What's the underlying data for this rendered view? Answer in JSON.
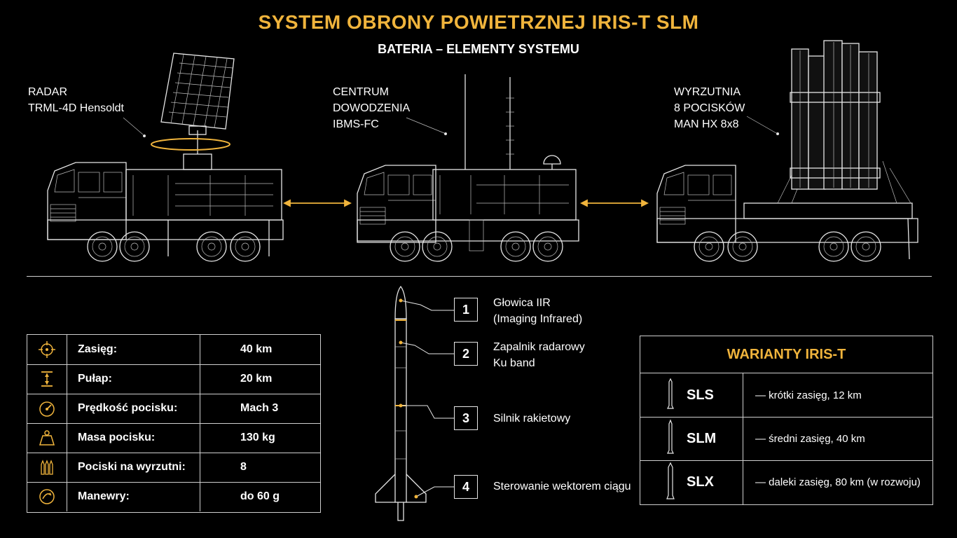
{
  "header": {
    "title": "SYSTEM OBRONY POWIETRZNEJ IRIS-T SLM",
    "subtitle": "BATERIA – ELEMENTY SYSTEMU"
  },
  "vehicles": [
    {
      "label": "RADAR\nTRML-4D Hensoldt"
    },
    {
      "label": "CENTRUM\nDOWODZENIA\nIBMS-FC"
    },
    {
      "label": "WYRZUTNIA\n8 POCISKÓW\nMAN HX 8x8"
    }
  ],
  "specs": [
    {
      "icon": "crosshair-icon",
      "label": "Zasięg:",
      "value": "40 km"
    },
    {
      "icon": "altitude-icon",
      "label": "Pułap:",
      "value": "20 km"
    },
    {
      "icon": "speedometer-icon",
      "label": "Prędkość pocisku:",
      "value": "Mach 3"
    },
    {
      "icon": "weight-icon",
      "label": "Masa pocisku:",
      "value": "130 kg"
    },
    {
      "icon": "missiles-icon",
      "label": "Pociski na wyrzutni:",
      "value": "8"
    },
    {
      "icon": "maneuver-icon",
      "label": "Manewry:",
      "value": "do 60 g"
    }
  ],
  "missile_parts": [
    {
      "number": "1",
      "label": "Głowica IIR\n(Imaging Infrared)"
    },
    {
      "number": "2",
      "label": "Zapalnik radarowy\nKu band"
    },
    {
      "number": "3",
      "label": "Silnik rakietowy"
    },
    {
      "number": "4",
      "label": "Sterowanie wektorem ciągu"
    }
  ],
  "variants": {
    "title": "WARIANTY IRIS-T",
    "items": [
      {
        "name": "SLS",
        "desc": "— krótki zasięg, 12 km"
      },
      {
        "name": "SLM",
        "desc": "— średni zasięg, 40 km"
      },
      {
        "name": "SLX",
        "desc": "— daleki zasięg, 80 km (w rozwoju)"
      }
    ]
  },
  "colors": {
    "accent": "#f0b43c",
    "line": "#e6e6e6",
    "background": "#000000"
  }
}
